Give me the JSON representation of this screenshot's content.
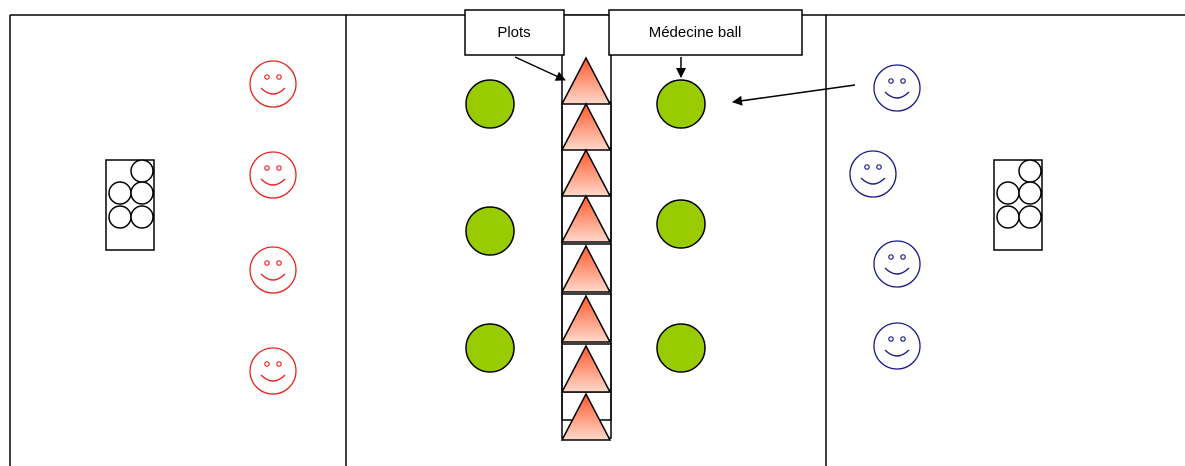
{
  "labels": {
    "plots": "Plots",
    "medicine_ball": "Médecine ball"
  },
  "colors": {
    "team_left": "#e8231f",
    "team_right": "#1a1a8c",
    "medicine_ball_fill": "#99cc00",
    "cone_top": "#ff5a2a",
    "cone_bottom": "#ffd9cc",
    "line": "#000000"
  },
  "counts": {
    "left_players": 4,
    "right_players": 4,
    "medicine_balls": 6,
    "cones": 8,
    "balls_per_rack": 5
  }
}
